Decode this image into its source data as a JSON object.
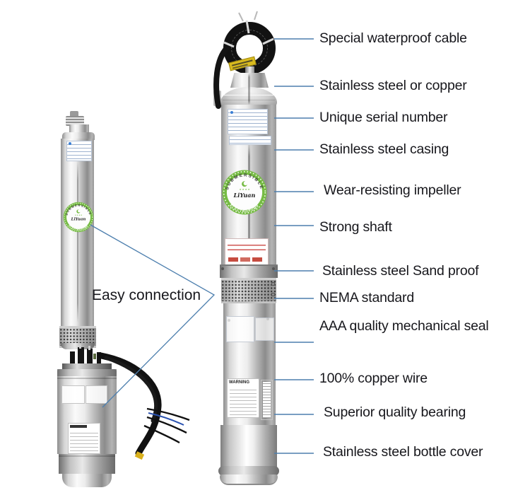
{
  "right_labels": [
    {
      "text": "Special waterproof cable"
    },
    {
      "text": "Stainless steel or copper"
    },
    {
      "text": "Unique serial number"
    },
    {
      "text": "Stainless steel casing"
    },
    {
      "text": "Wear-resisting impeller"
    },
    {
      "text": "Strong shaft"
    },
    {
      "text": "Stainless steel Sand proof"
    },
    {
      "text": "NEMA standard"
    },
    {
      "text": "AAA quality mechanical seal"
    },
    {
      "text": "100% copper wire"
    },
    {
      "text": "Superior quality bearing"
    },
    {
      "text": "Stainless steel bottle cover"
    }
  ],
  "left_label": {
    "text": "Easy connection"
  },
  "badge": {
    "arc_top": "SUBMERSIBLE",
    "brand": "LiYuan",
    "stars": "★ ★ ★ ★",
    "arc_bottom": "ELECTROPUMP"
  },
  "stickers": {
    "warning_title": "WARNING"
  },
  "colors": {
    "connector_line": "#4d7fae",
    "label_text": "#17171c",
    "badge_green": "#76bb44",
    "cable_black": "#141414",
    "tag_yellow": "#d9bb1e"
  }
}
